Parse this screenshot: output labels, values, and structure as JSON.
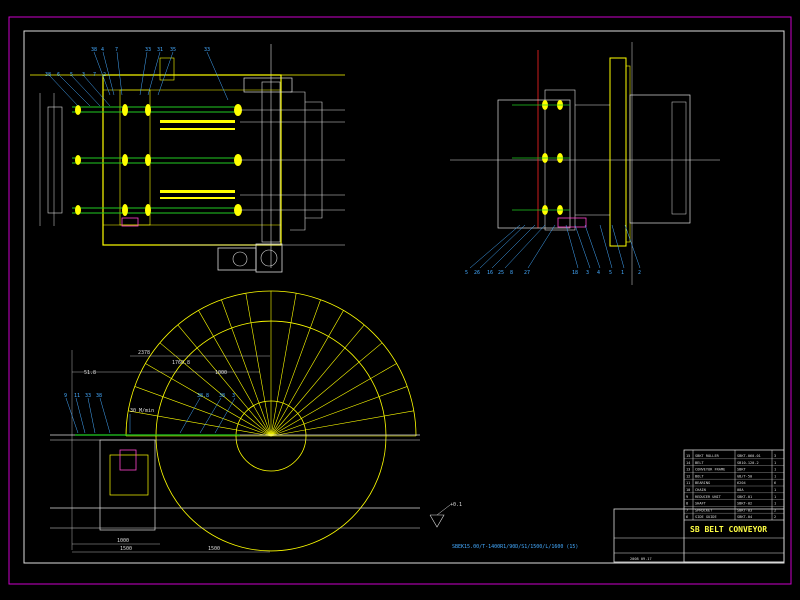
{
  "views": {
    "top_left": {
      "callouts_top": [
        "38",
        "4",
        "7",
        "33",
        "31",
        "35",
        "33"
      ],
      "callouts_left": [
        "38",
        "6",
        "5",
        "3",
        "7",
        "2"
      ]
    },
    "top_right": {
      "callouts_bottom": [
        "5",
        "26",
        "16",
        "25",
        "8",
        "27",
        "18",
        "3",
        "4",
        "5",
        "1",
        "2"
      ]
    },
    "elevation": {
      "callouts": [
        "9",
        "11",
        "33",
        "38",
        "38.8",
        "38",
        "3"
      ],
      "speed": "30 M/min",
      "dims": [
        "51.8",
        "2378",
        "1760.8",
        "1000",
        "1000",
        "1500",
        "1500"
      ],
      "level_mark": "+0.1"
    }
  },
  "notes": {
    "bottom": "SBEK15.00/T-1400R1/90D/S1/1500/L/1600 (15)"
  },
  "title_block": {
    "title": "SB BELT CONVEYOR",
    "sheet_info": "2008 09.17",
    "bom": [
      {
        "no": "15",
        "name": "SBKT ROLLER",
        "code": "SBKT-060-01",
        "qty": "3"
      },
      {
        "no": "14",
        "name": "BELT",
        "code": "SB10-120-2",
        "qty": "1"
      },
      {
        "no": "13",
        "name": "CONVEYOR FRAME",
        "code": "SBKT",
        "qty": "1"
      },
      {
        "no": "12",
        "name": "BOLT",
        "code": "GB/T-50",
        "qty": "1"
      },
      {
        "no": "11",
        "name": "BEARING",
        "code": "6204",
        "qty": "6"
      },
      {
        "no": "10",
        "name": "CHAIN",
        "code": "08A",
        "qty": "1"
      },
      {
        "no": "9",
        "name": "REDUCER UNIT",
        "code": "SBKT-01",
        "qty": "1"
      },
      {
        "no": "8",
        "name": "SHAFT",
        "code": "SBKT-02",
        "qty": "1"
      },
      {
        "no": "7",
        "name": "SPROCKET",
        "code": "SBKT-03",
        "qty": "2"
      },
      {
        "no": "6",
        "name": "SIDE GUIDE",
        "code": "SBKT-04",
        "qty": "2"
      }
    ]
  },
  "colors": {
    "frame": "#ff0",
    "line": "#ddd",
    "callout": "#4af",
    "roller": "#2c2",
    "marker": "#f4c",
    "border": "#c0c"
  }
}
